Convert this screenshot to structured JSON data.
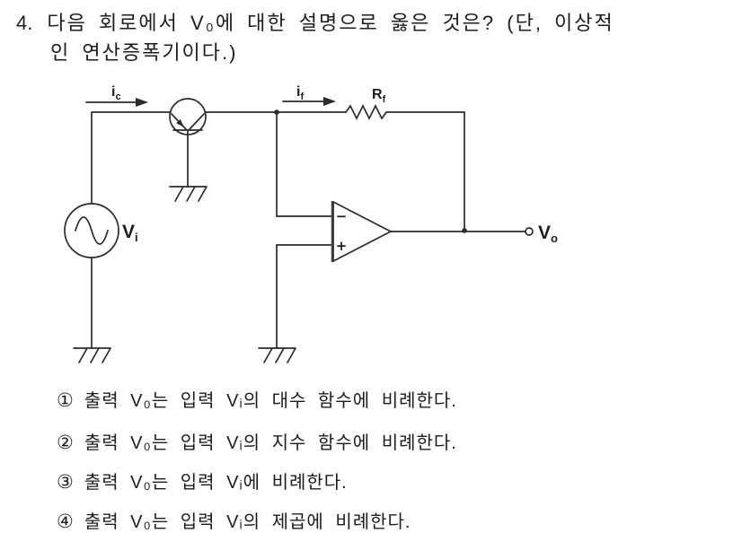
{
  "page": {
    "background": "#ffffff",
    "ink": "#2b2b2b"
  },
  "question": {
    "number": "4.",
    "line1": "다음 회로에서 V₀에 대한 설명으로 옳은 것은? (단, 이상적",
    "line2": "인 연산증폭기이다.)"
  },
  "circuit": {
    "input_current_label": {
      "main": "i",
      "sub": "c"
    },
    "feedback_current_label": {
      "main": "i",
      "sub": "f"
    },
    "feedback_resistor_label": {
      "main": "R",
      "sub": "f"
    },
    "source_voltage_label": {
      "main": "V",
      "sub": "i"
    },
    "output_voltage_label": {
      "main": "V",
      "sub": "o"
    },
    "opamp_inverting_sign": "−",
    "opamp_noninverting_sign": "+"
  },
  "options": [
    {
      "marker": "①",
      "text": "출력 V₀는 입력 Vᵢ의 대수 함수에 비례한다."
    },
    {
      "marker": "②",
      "text": "출력 V₀는 입력 Vᵢ의 지수 함수에 비례한다."
    },
    {
      "marker": "③",
      "text": "출력 V₀는 입력 Vᵢ에 비례한다."
    },
    {
      "marker": "④",
      "text": "출력 V₀는 입력 Vᵢ의 제곱에 비례한다."
    }
  ]
}
